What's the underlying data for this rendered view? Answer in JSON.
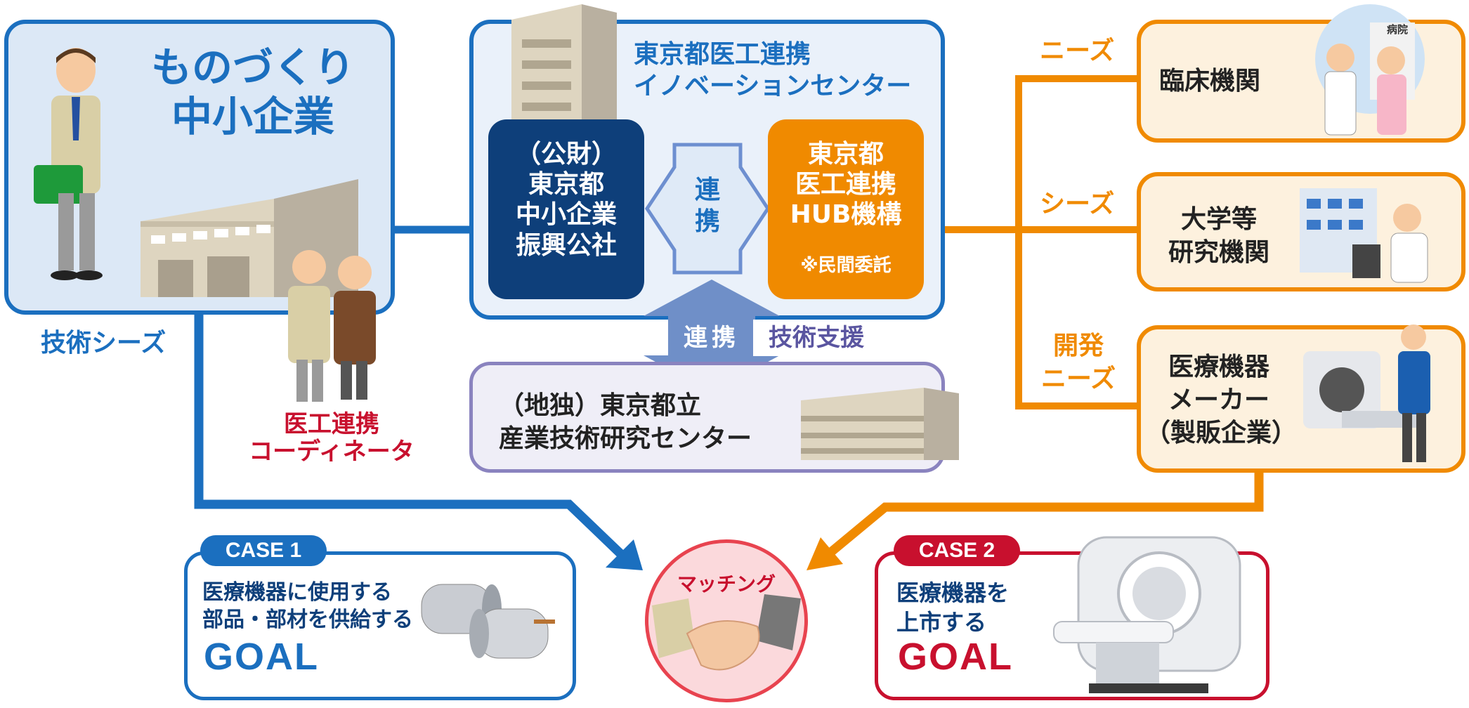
{
  "sme": {
    "title_line1": "ものづくり",
    "title_line2": "中小企業",
    "seeds_label": "技術シーズ"
  },
  "coordinator": {
    "line1": "医工連携",
    "line2": "コーディネータ"
  },
  "center": {
    "title_line1": "東京都医工連携",
    "title_line2": "イノベーションセンター",
    "left_org": [
      "（公財）",
      "東京都",
      "中小企業",
      "振興公社"
    ],
    "link_label": [
      "連",
      "携"
    ],
    "right_org": [
      "東京都",
      "医工連携",
      "HUB機構"
    ],
    "right_note": "※民間委託"
  },
  "lower_link": {
    "label": "連携",
    "support": "技術支援"
  },
  "research": {
    "line1": "（地独）東京都立",
    "line2": "産業技術研究センター"
  },
  "right_side": [
    {
      "tag": [
        "ニーズ"
      ],
      "name": [
        "臨床機関"
      ]
    },
    {
      "tag": [
        "シーズ"
      ],
      "name": [
        "大学等",
        "研究機関"
      ]
    },
    {
      "tag": [
        "開発",
        "ニーズ"
      ],
      "name": [
        "医療機器",
        "メーカー",
        "（製販企業）"
      ]
    }
  ],
  "hospital_sign": "病院",
  "matching": "マッチング",
  "case1": {
    "badge": "CASE 1",
    "line1": "医療機器に使用する",
    "line2": "部品・部材を供給する",
    "goal": "GOAL"
  },
  "case2": {
    "badge": "CASE 2",
    "line1": "医療機器を",
    "line2": "上市する",
    "goal": "GOAL"
  },
  "colors": {
    "blue": "#1b6fbf",
    "navy": "#0e3f7a",
    "orange": "#f08a00",
    "red": "#c8102e",
    "purple": "#8a83bf"
  }
}
